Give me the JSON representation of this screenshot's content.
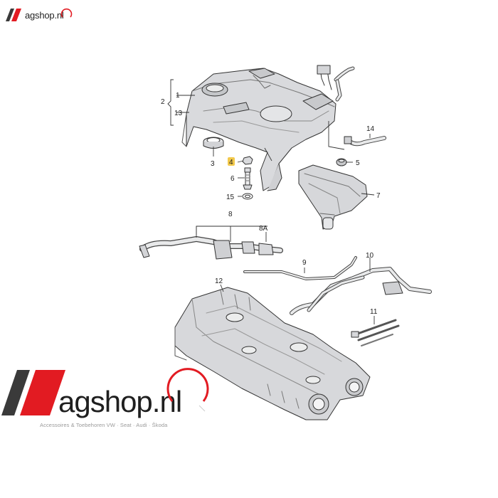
{
  "branding": {
    "logo_text": "agshop.nl",
    "tagline": "Accessoires & Toebehoren VW · Seat · Audi · Škoda",
    "brand_red": "#e21b22",
    "brand_dark": "#222222"
  },
  "callouts": {
    "c2": "2",
    "c1": "1",
    "c13": "13",
    "c3": "3",
    "c4": "4",
    "c6": "6",
    "c15": "15",
    "c5": "5",
    "c14": "14",
    "c7": "7",
    "c8": "8",
    "c8a": "8A",
    "c9": "9",
    "c10": "10",
    "c11": "11",
    "c12": "12"
  },
  "highlight_color": "#f2c94c"
}
